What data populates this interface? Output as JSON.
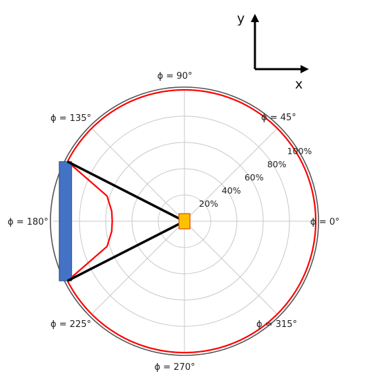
{
  "axes": {
    "x_label": "x",
    "y_label": "y"
  },
  "angle_labels": [
    {
      "angle": 0,
      "text": "ϕ = 0°"
    },
    {
      "angle": 45,
      "text": "ϕ = 45°"
    },
    {
      "angle": 90,
      "text": "ϕ = 90°"
    },
    {
      "angle": 135,
      "text": "ϕ = 135°"
    },
    {
      "angle": 180,
      "text": "ϕ = 180°"
    },
    {
      "angle": 225,
      "text": "ϕ = 225°"
    },
    {
      "angle": 270,
      "text": "ϕ = 270°"
    },
    {
      "angle": 315,
      "text": "ϕ = 315°"
    }
  ],
  "radial_labels": [
    {
      "value": 20,
      "text": "20%"
    },
    {
      "value": 40,
      "text": "40%"
    },
    {
      "value": 60,
      "text": "60%"
    },
    {
      "value": 80,
      "text": "80%"
    },
    {
      "value": 100,
      "text": "100%"
    }
  ],
  "colors": {
    "grid": "#c8c8c8",
    "outer_circle": "#555555",
    "pattern": "#ff0000",
    "blocker": "#4472c4",
    "source": "#ffc000",
    "source_edge": "#d94f00",
    "rays": "#000000"
  },
  "pattern": {
    "description_free": true,
    "radius_percent_outside_shadow": 100,
    "shadow_edges_deg": [
      153,
      207
    ],
    "notch_points": [
      {
        "angle": 153,
        "r": 100
      },
      {
        "angle": 162,
        "r": 62
      },
      {
        "angle": 172,
        "r": 56
      },
      {
        "angle": 180,
        "r": 55
      },
      {
        "angle": 188,
        "r": 56
      },
      {
        "angle": 198,
        "r": 62
      },
      {
        "angle": 207,
        "r": 100
      }
    ]
  }
}
